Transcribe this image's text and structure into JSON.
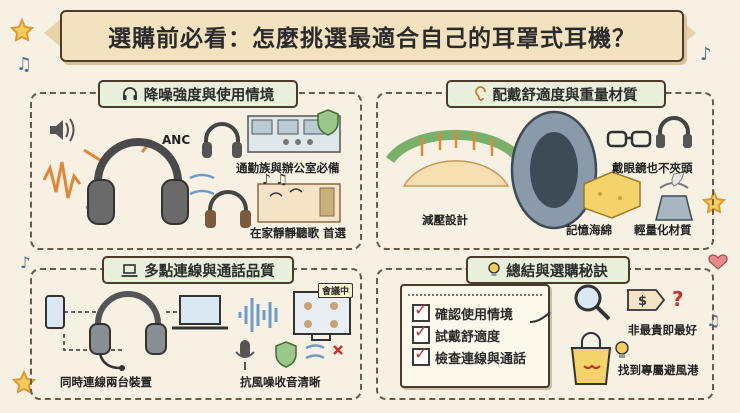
{
  "title": "選購前必看：怎麼挑選最適合自己的耳罩式耳機？",
  "sections": {
    "noise": {
      "heading": "降噪強度與使用情境",
      "anc_label": "ANC",
      "scene1": "通勤族與辦公室必備",
      "scene2": "在家靜靜聽歌 首選"
    },
    "comfort": {
      "heading": "配戴舒適度與重量材質",
      "pressure": "減壓設計",
      "foam": "記憶海綿",
      "glasses": "戴眼鏡也不夾頭",
      "light": "輕量化材質"
    },
    "connect": {
      "heading": "多點連線與通話品質",
      "meeting_badge": "會議中",
      "multi": "同時連線兩台裝置",
      "wind": "抗風噪收音清晰"
    },
    "summary": {
      "heading": "總結與選購秘訣",
      "checklist": [
        "確認使用情境",
        "試戴舒適度",
        "檢查連線與通話"
      ],
      "not_expensive": "非最貴即最好",
      "find_best": "找到專屬避風港"
    }
  },
  "colors": {
    "background": "#f7f1e4",
    "banner": "#f3e2bf",
    "section_header": "#e8f0dc",
    "accent_orange": "#e0863a",
    "accent_blue": "#6e9cc9",
    "check_red": "#c2362b"
  },
  "icons": [
    "headphones-icon",
    "ear-icon",
    "laptop-icon",
    "lightbulb-icon",
    "shield-check-icon",
    "speaker-icon",
    "music-notes-icon",
    "microphone-icon",
    "magnifier-icon",
    "shopping-bag-icon",
    "scale-icon",
    "glasses-icon"
  ]
}
